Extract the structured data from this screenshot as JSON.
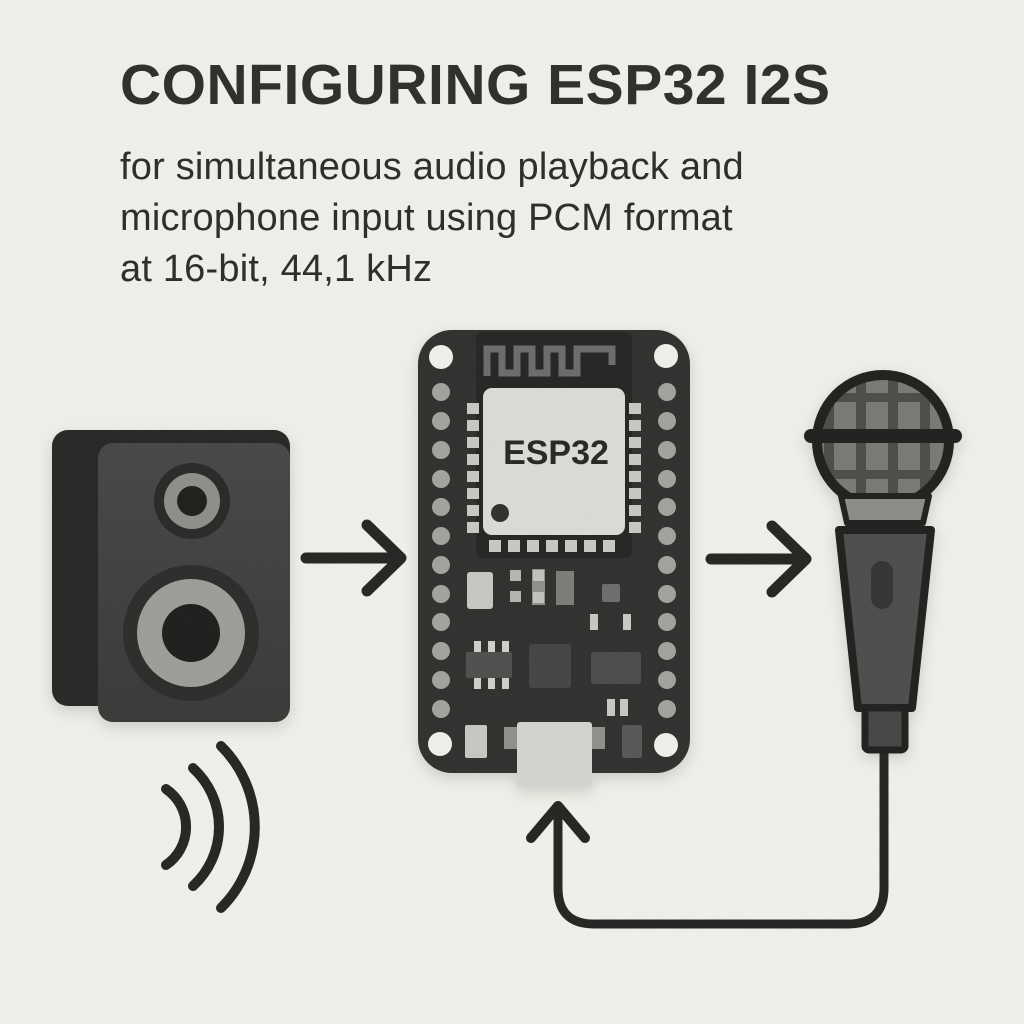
{
  "header": {
    "title": "CONFIGURING ESP32 I2S",
    "subtitle_lines": [
      "for simultaneous audio playback and",
      "microphone input using PCM format",
      "at 16-bit, 44,1 kHz"
    ]
  },
  "illustration": {
    "board": {
      "chip_label": "ESP32"
    },
    "icons": {
      "left_figure": "studio-speaker",
      "center_figure": "esp32-dev-board",
      "right_figure": "handheld-microphone",
      "flow": "right-arrows",
      "feedback": "mic-cable-return-arrow",
      "audio": "sound-waves"
    },
    "colors": {
      "background": "#f0efe9",
      "ink": "#262624",
      "board": "#2f2f2d",
      "chip": "#dbdad6",
      "speaker_front": "#3d3d3b",
      "mic_body": "#4c4c4a"
    }
  }
}
